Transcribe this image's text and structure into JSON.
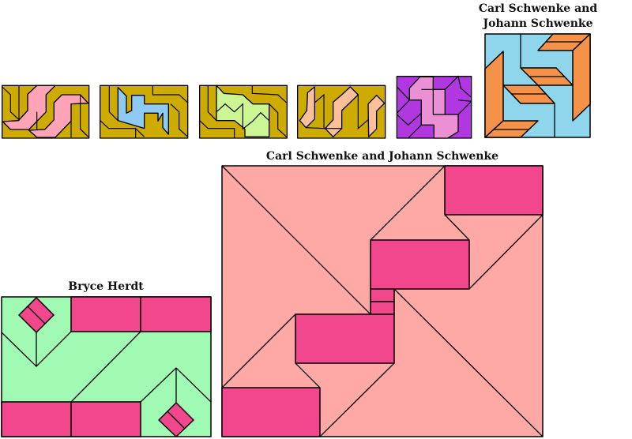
{
  "titles": {
    "top_right_line1": "Carl Schwenke and",
    "top_right_line2": "Johann Schwenke",
    "large": "Carl Schwenke and Johann Schwenke",
    "bottom_left": "Bryce Herdt"
  },
  "colors": {
    "gold": "#cdab00",
    "pink_light": "#ffa3b6",
    "blue_light": "#8fcaf5",
    "green_light": "#ccf594",
    "peach": "#fbc09a",
    "purple": "#b137e0",
    "orchid": "#ec90d6",
    "sky": "#8fd6ec",
    "orange": "#f5924a",
    "mint": "#a0fab4",
    "magenta": "#f2478d",
    "salmon": "#ffa9a6"
  }
}
